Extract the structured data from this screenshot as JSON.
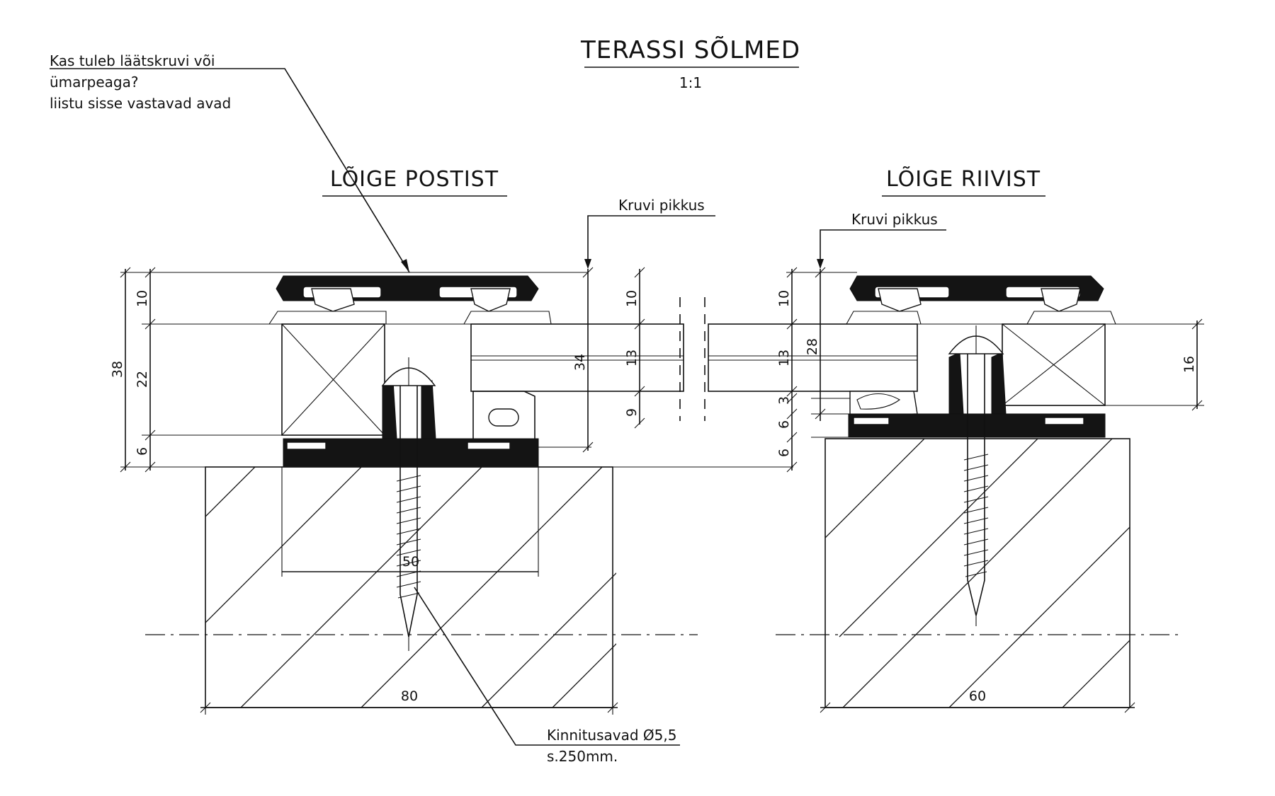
{
  "drawing": {
    "title": "TERASSI SÕLMED",
    "scale": "1:1",
    "note_lines": [
      "Kas tuleb läätskruvi või",
      "ümarpeaga?",
      "liistu sisse vastavad avad"
    ],
    "fastening_note": [
      "Kinnitusavad Ø5,5",
      "s.250mm."
    ]
  },
  "left_section": {
    "title": "LÕIGE POSTIST",
    "screw_label": "Kruvi pikkus",
    "dims_left": [
      "10",
      "38",
      "22",
      "6"
    ],
    "dims_right": [
      "10",
      "13",
      "34",
      "9"
    ],
    "dim_inner_width": "50",
    "dim_width": "80"
  },
  "right_section": {
    "title": "LÕIGE RIIVIST",
    "screw_label": "Kruvi pikkus",
    "dims_left": [
      "10",
      "28",
      "13",
      "3",
      "6",
      "6"
    ],
    "dim_right": "16",
    "dim_width": "60"
  }
}
